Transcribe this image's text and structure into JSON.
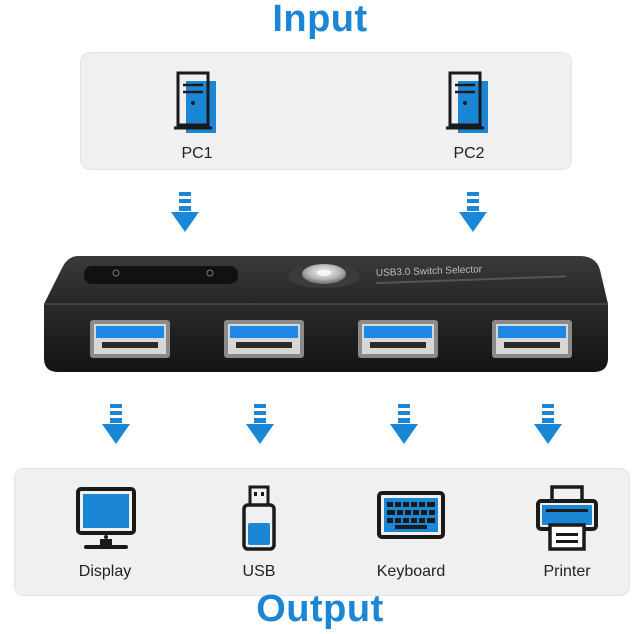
{
  "input": {
    "title": "Input",
    "items": [
      {
        "label": "PC1",
        "icon": "computer-tower-icon"
      },
      {
        "label": "PC2",
        "icon": "computer-tower-icon"
      }
    ]
  },
  "device": {
    "label": "USB3.0 Switch Selector",
    "ports": 4,
    "button_icon": "power-button-icon"
  },
  "output": {
    "title": "Output",
    "items": [
      {
        "label": "Display",
        "icon": "monitor-icon"
      },
      {
        "label": "USB",
        "icon": "usb-drive-icon"
      },
      {
        "label": "Keyboard",
        "icon": "keyboard-icon"
      },
      {
        "label": "Printer",
        "icon": "printer-icon"
      }
    ]
  },
  "colors": {
    "accent": "#1c86d6",
    "icon_dark": "#1a1a1a",
    "panel": "#f0f0f0",
    "device": "#1e1e1e"
  }
}
